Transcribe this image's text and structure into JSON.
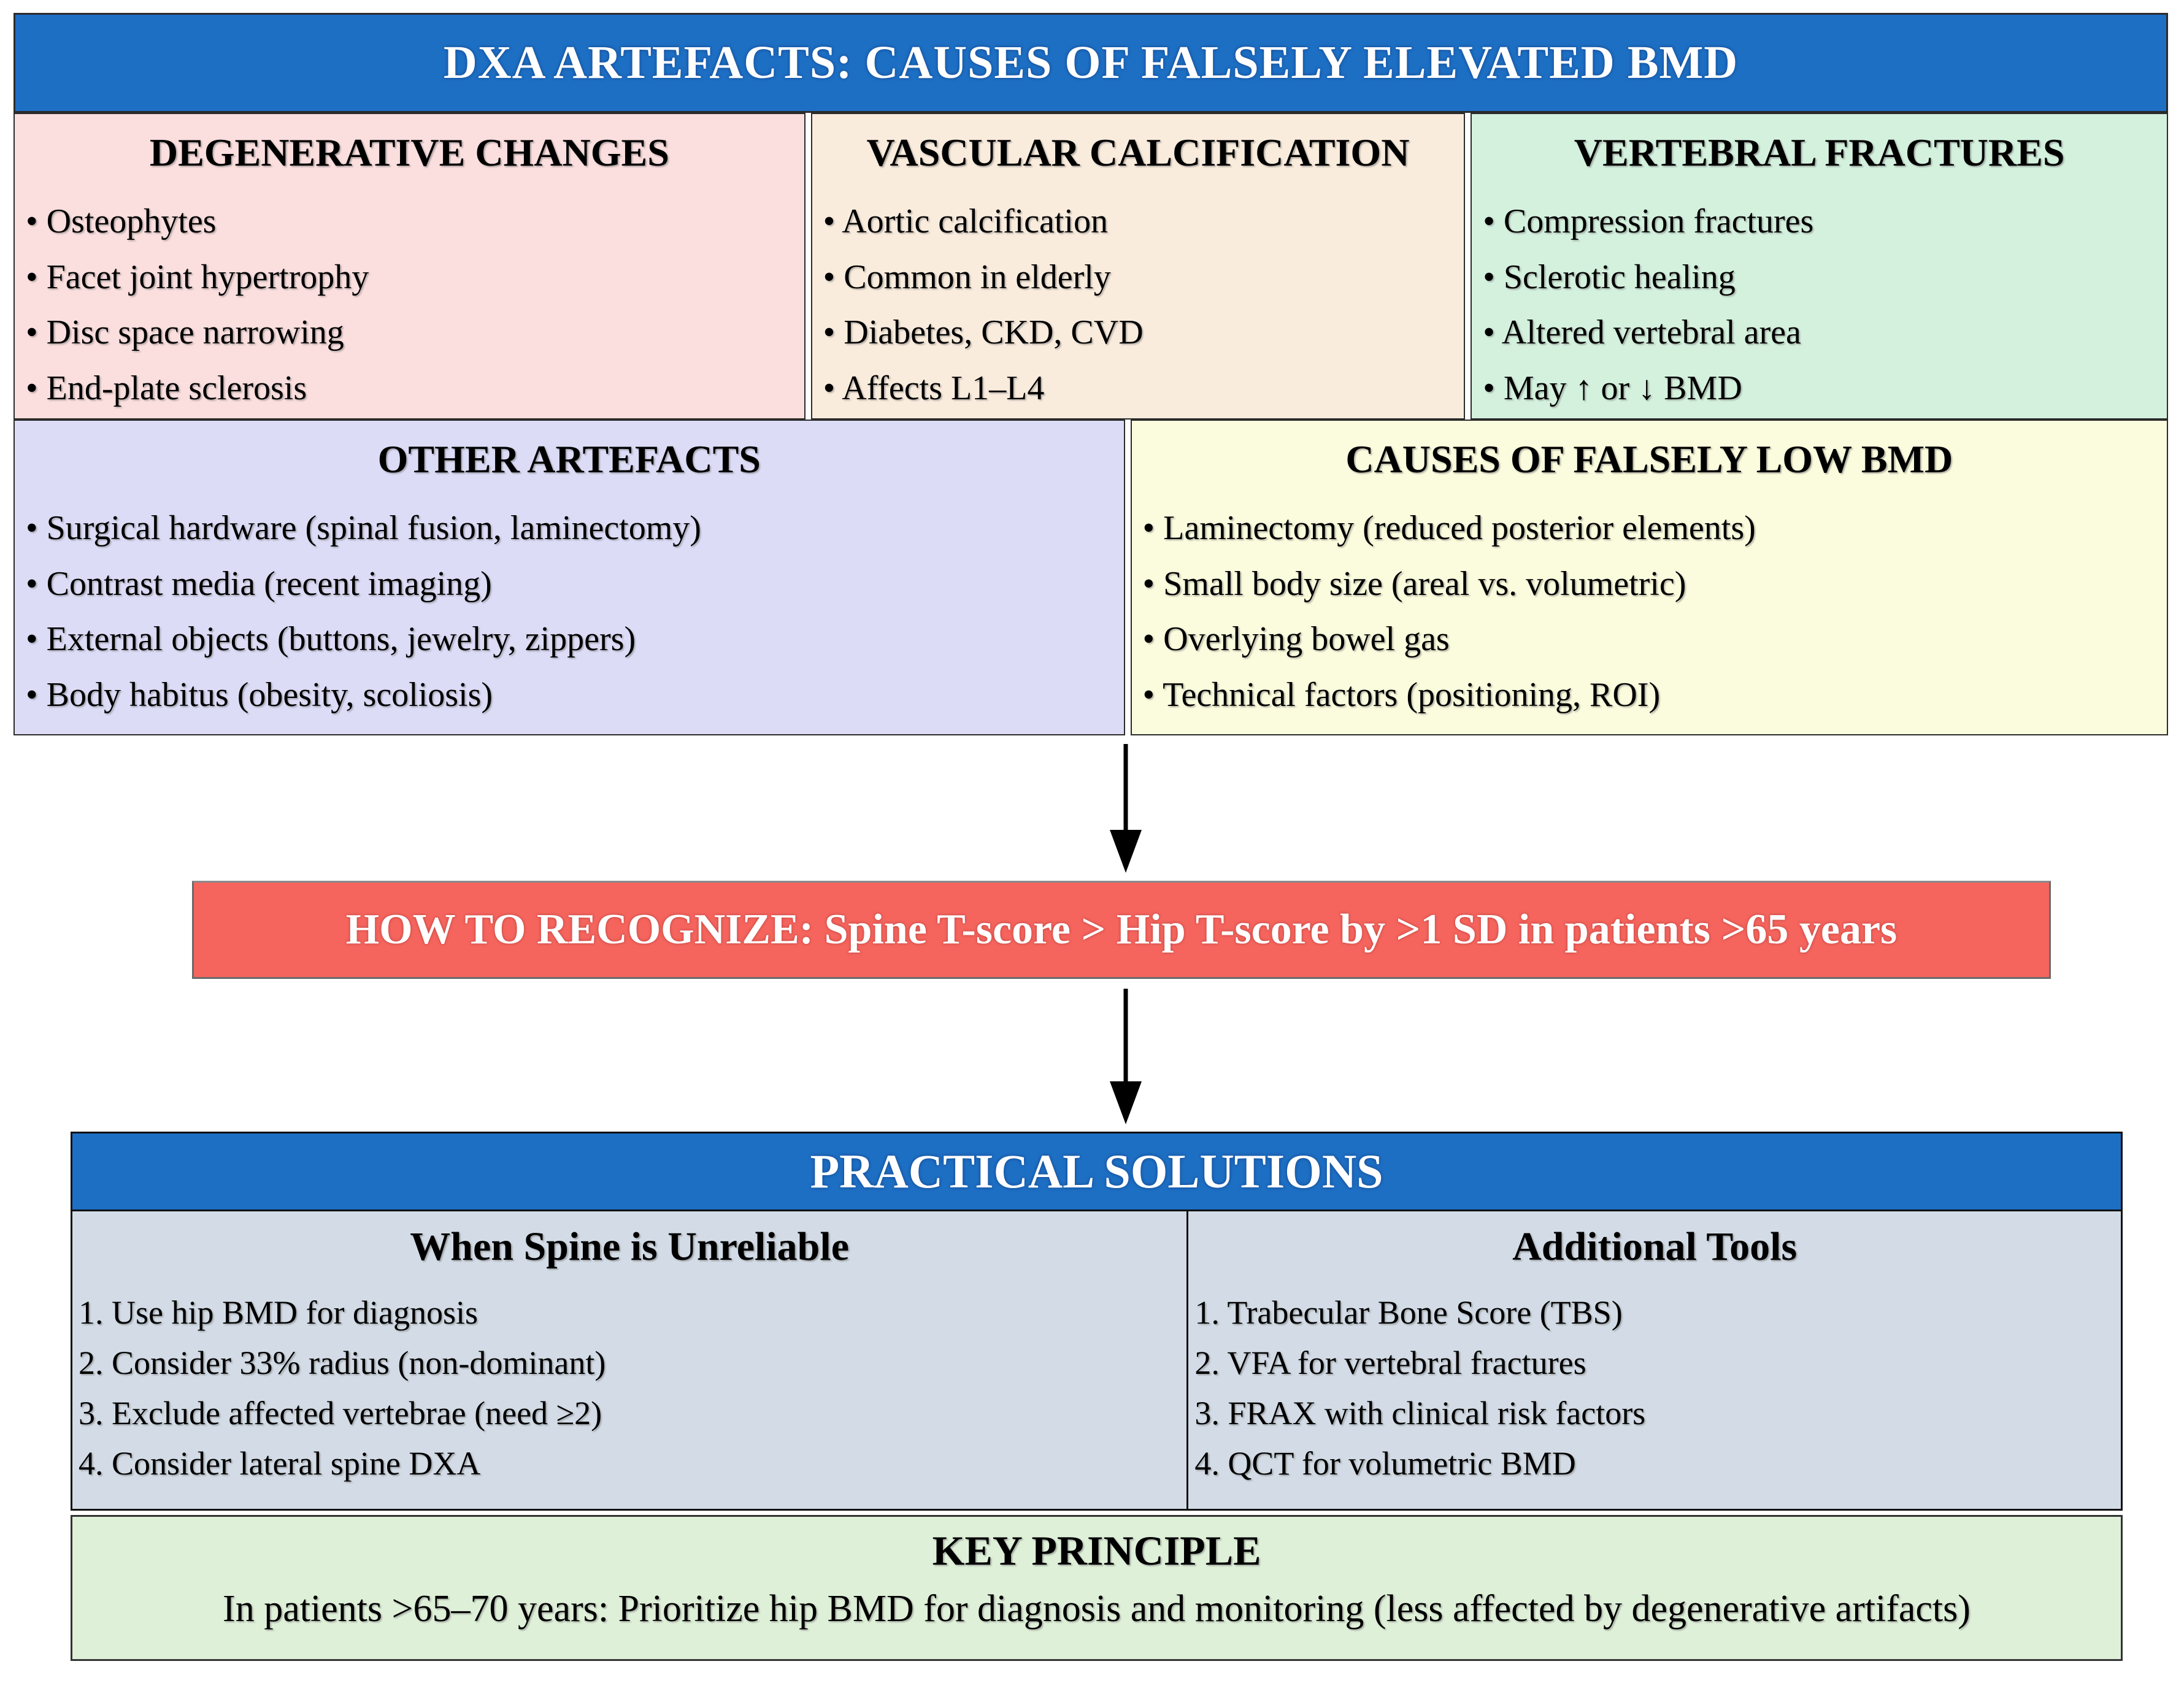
{
  "colors": {
    "header_blue": "#1d6fc4",
    "degenerative_pink": "#fbdede",
    "vascular_peach": "#faecdd",
    "vertebral_mint": "#d4f1de",
    "other_lavender": "#dcdcf7",
    "falsely_low_yellow": "#fbfbdd",
    "recognize_salmon": "#f5655e",
    "solutions_gray_blue": "#d3dce6",
    "key_principle_green": "#dff0d9",
    "arrow_black": "#000000"
  },
  "header": {
    "title": "DXA ARTEFACTS: CAUSES OF FALSELY ELEVATED BMD"
  },
  "elevated": {
    "degenerative": {
      "title": "DEGENERATIVE CHANGES",
      "items": [
        "• Osteophytes",
        "• Facet joint hypertrophy",
        "• Disc space narrowing",
        "• End-plate sclerosis"
      ]
    },
    "vascular": {
      "title": "VASCULAR CALCIFICATION",
      "items": [
        "• Aortic calcification",
        "• Common in elderly",
        "• Diabetes, CKD, CVD",
        "• Affects L1–L4"
      ]
    },
    "vertebral": {
      "title": "VERTEBRAL FRACTURES",
      "items": [
        "• Compression fractures",
        "• Sclerotic healing",
        "• Altered vertebral area",
        "• May ↑ or ↓ BMD"
      ]
    },
    "other": {
      "title": "OTHER ARTEFACTS",
      "items": [
        "• Surgical hardware (spinal fusion, laminectomy)",
        "• Contrast media (recent imaging)",
        "• External objects (buttons, jewelry, zippers)",
        "• Body habitus (obesity, scoliosis)"
      ]
    },
    "falsely_low": {
      "title": "CAUSES OF FALSELY LOW BMD",
      "items": [
        "• Laminectomy (reduced posterior elements)",
        "• Small body size (areal vs. volumetric)",
        "• Overlying bowel gas",
        "• Technical factors (positioning, ROI)"
      ]
    }
  },
  "recognize": {
    "text": "HOW TO RECOGNIZE: Spine T-score > Hip T-score by >1 SD in patients >65 years"
  },
  "solutions": {
    "title": "PRACTICAL SOLUTIONS",
    "spine_unreliable": {
      "title": "When Spine is Unreliable",
      "items": [
        "1. Use hip BMD for diagnosis",
        "2. Consider 33% radius (non-dominant)",
        "3. Exclude affected vertebrae (need ≥2)",
        "4. Consider lateral spine DXA"
      ]
    },
    "additional_tools": {
      "title": "Additional Tools",
      "items": [
        "1. Trabecular Bone Score (TBS)",
        "2. VFA for vertebral fractures",
        "3. FRAX with clinical risk factors",
        "4. QCT for volumetric BMD"
      ]
    },
    "key_principle": {
      "title": "KEY PRINCIPLE",
      "text": "In patients >65–70 years: Prioritize hip BMD for diagnosis and monitoring (less affected by degenerative artifacts)"
    }
  }
}
